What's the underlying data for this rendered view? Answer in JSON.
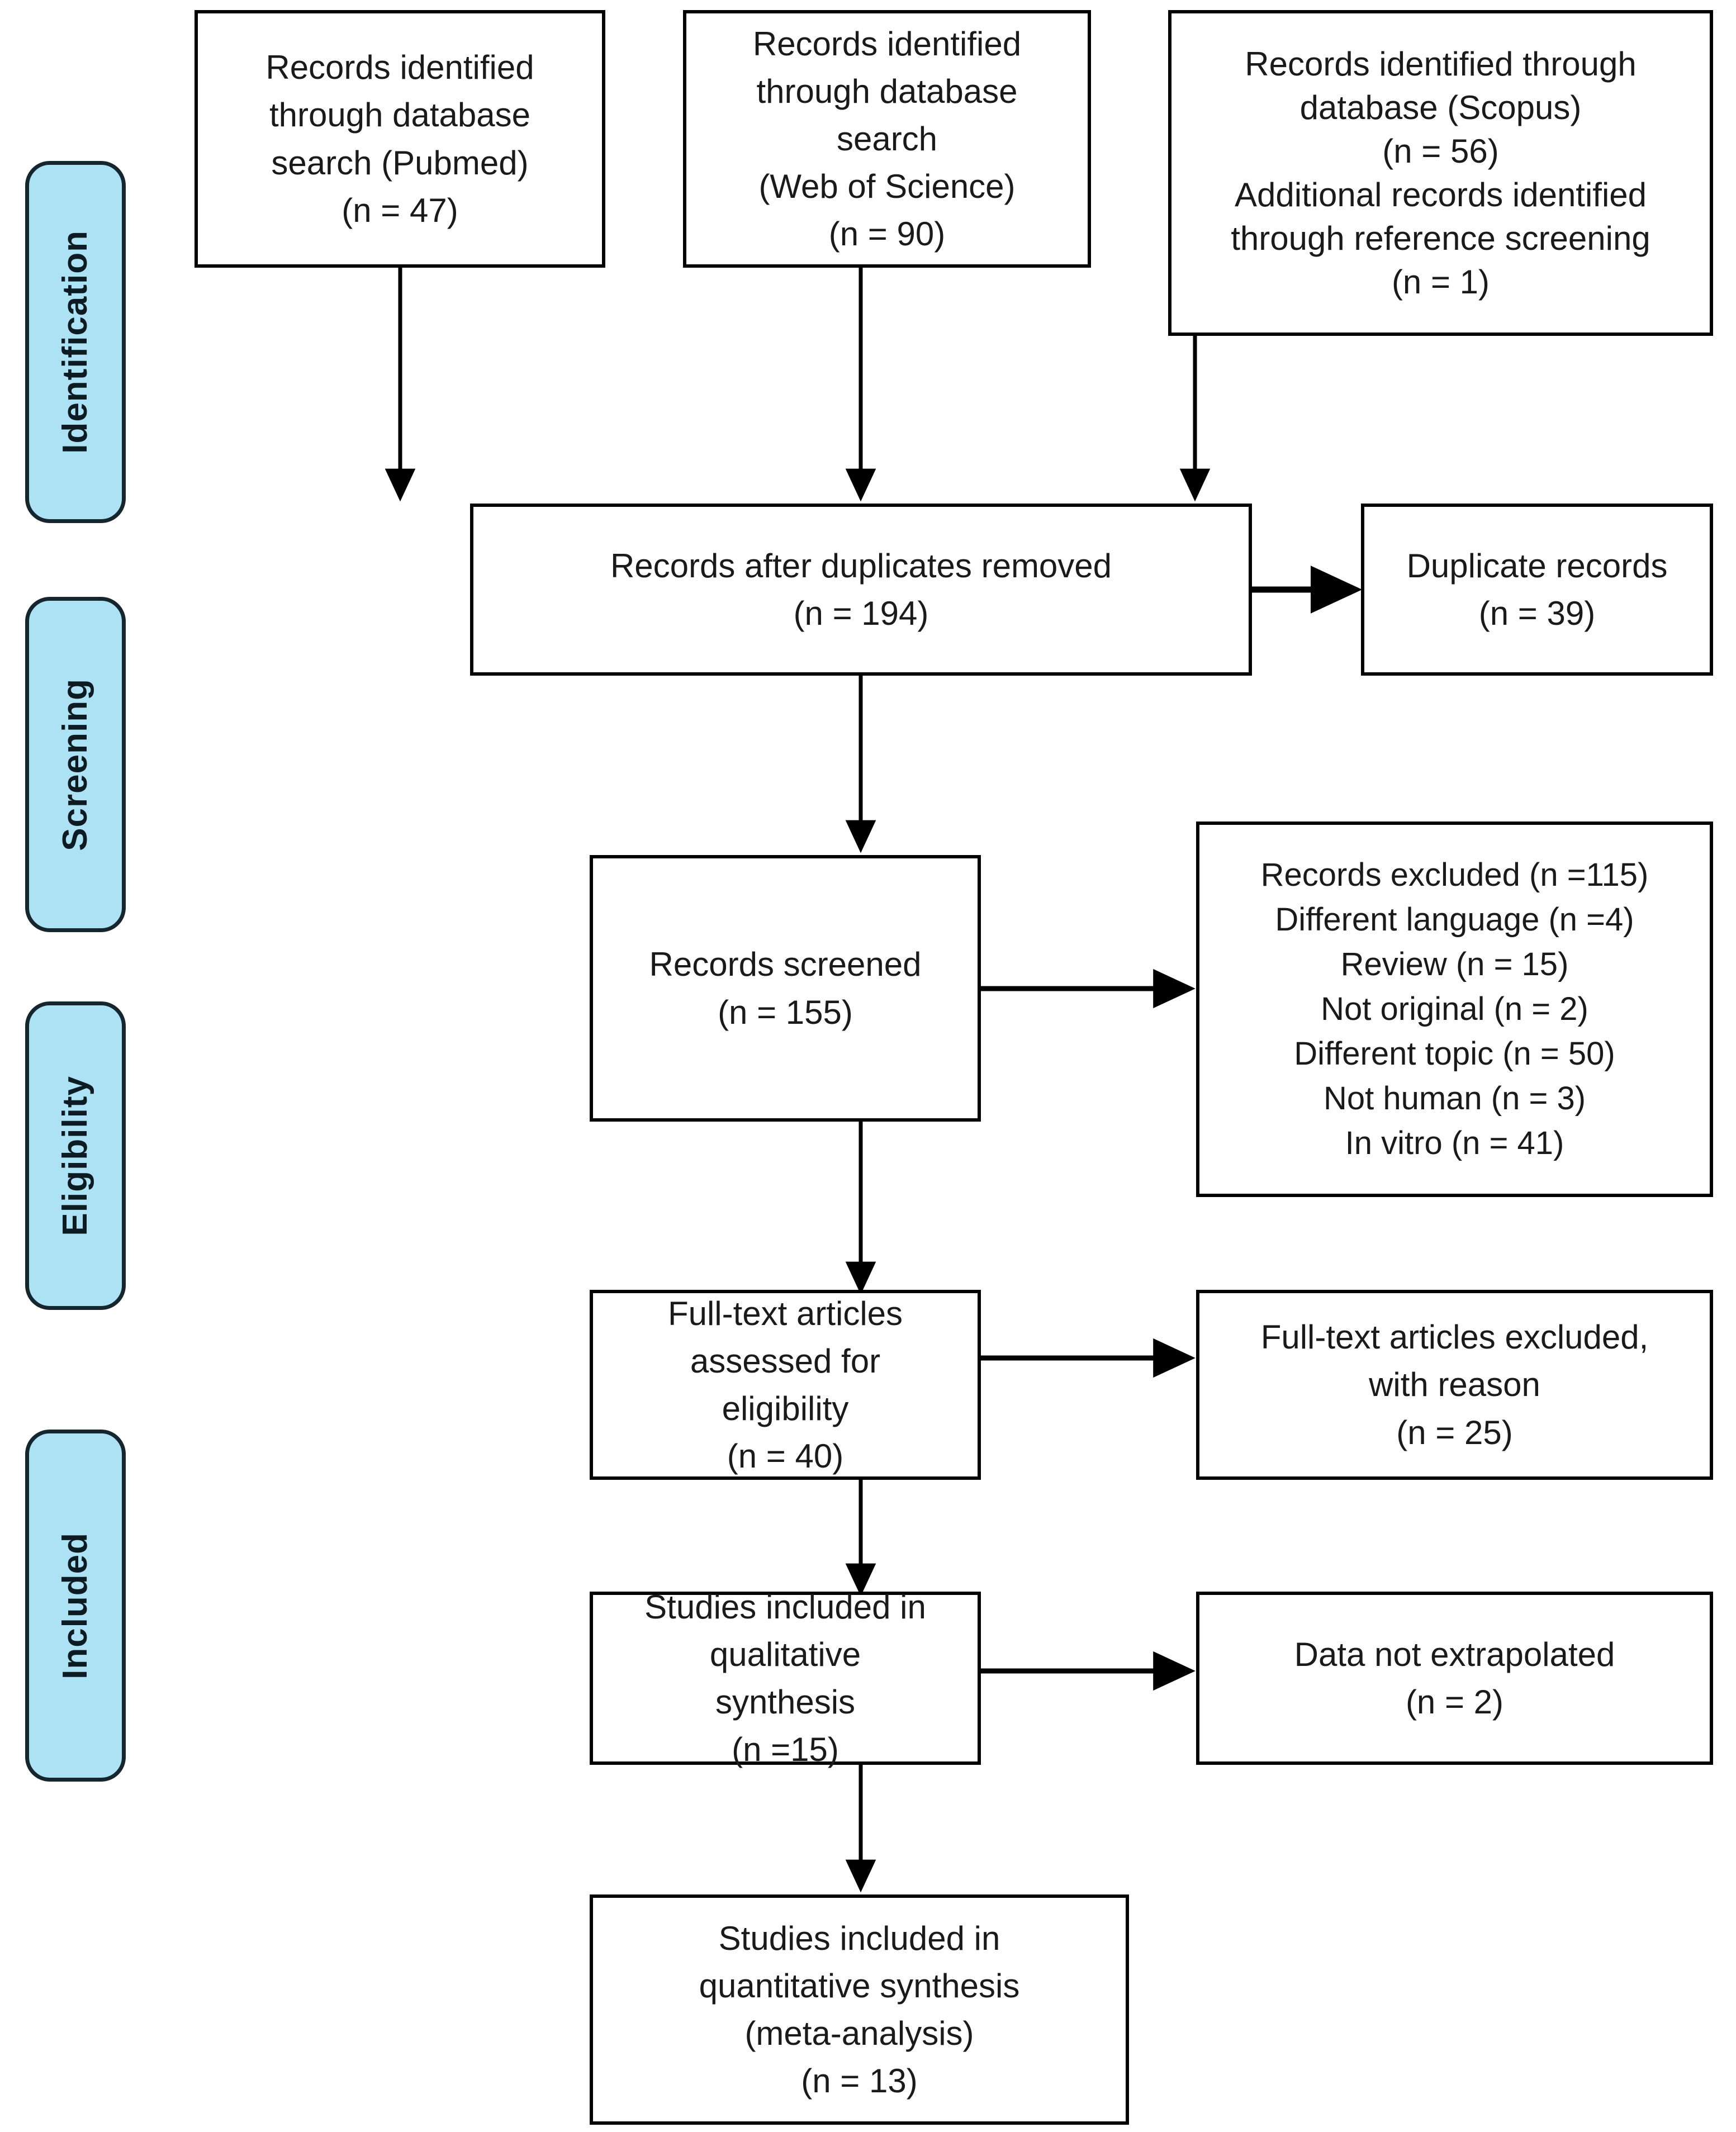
{
  "diagram": {
    "title": "PRISMA flow diagram",
    "accent_color": "#ace2f4",
    "border_color": "#16262e",
    "box_border_color": "#000000",
    "text_color": "#1a1a1a"
  },
  "stages": [
    {
      "label": "Identification"
    },
    {
      "label": "Screening"
    },
    {
      "label": "Eligibility"
    },
    {
      "label": "Included"
    }
  ],
  "boxes": {
    "pubmed": {
      "text": "Records identified\nthrough database\nsearch (Pubmed)\n(n =  47)",
      "count": 47,
      "source": "Pubmed"
    },
    "wos": {
      "text": "Records identified\nthrough database\nsearch\n(Web of Science)\n(n = 90)",
      "count": 90,
      "source": "Web of Science"
    },
    "scopus": {
      "text": "Records identified through\ndatabase (Scopus)\n(n = 56)\nAdditional records identified\nthrough reference screening\n(n = 1)",
      "count": 56,
      "additional_count": 1,
      "source": "Scopus"
    },
    "after_duplicates": {
      "text": "Records after duplicates removed\n(n = 194)",
      "count": 194
    },
    "duplicates": {
      "text": "Duplicate records\n(n = 39)",
      "count": 39
    },
    "screened": {
      "text": "Records screened\n(n = 155)",
      "count": 155
    },
    "excluded": {
      "text": "Records excluded (n =115)\nDifferent language (n =4)\nReview (n = 15)\nNot original (n = 2)\nDifferent topic (n = 50)\nNot human (n = 3)\nIn vitro (n = 41)",
      "total": 115,
      "reasons": [
        {
          "label": "Different language",
          "count": 4
        },
        {
          "label": "Review",
          "count": 15
        },
        {
          "label": "Not original",
          "count": 2
        },
        {
          "label": "Different topic",
          "count": 50
        },
        {
          "label": "Not human",
          "count": 3
        },
        {
          "label": "In vitro",
          "count": 41
        }
      ]
    },
    "fulltext_assessed": {
      "text": "Full-text articles assessed for\neligibility\n(n = 40)",
      "count": 40
    },
    "fulltext_excluded": {
      "text": "Full-text articles excluded,\nwith reason\n(n = 25)",
      "count": 25
    },
    "qualitative": {
      "text": "Studies included in qualitative\nsynthesis\n(n =15)",
      "count": 15
    },
    "not_extrapolated": {
      "text": "Data not extrapolated\n(n = 2)",
      "count": 2
    },
    "quantitative": {
      "text": "Studies included in\nquantitative synthesis\n(meta-analysis)\n(n = 13)",
      "count": 13
    }
  }
}
